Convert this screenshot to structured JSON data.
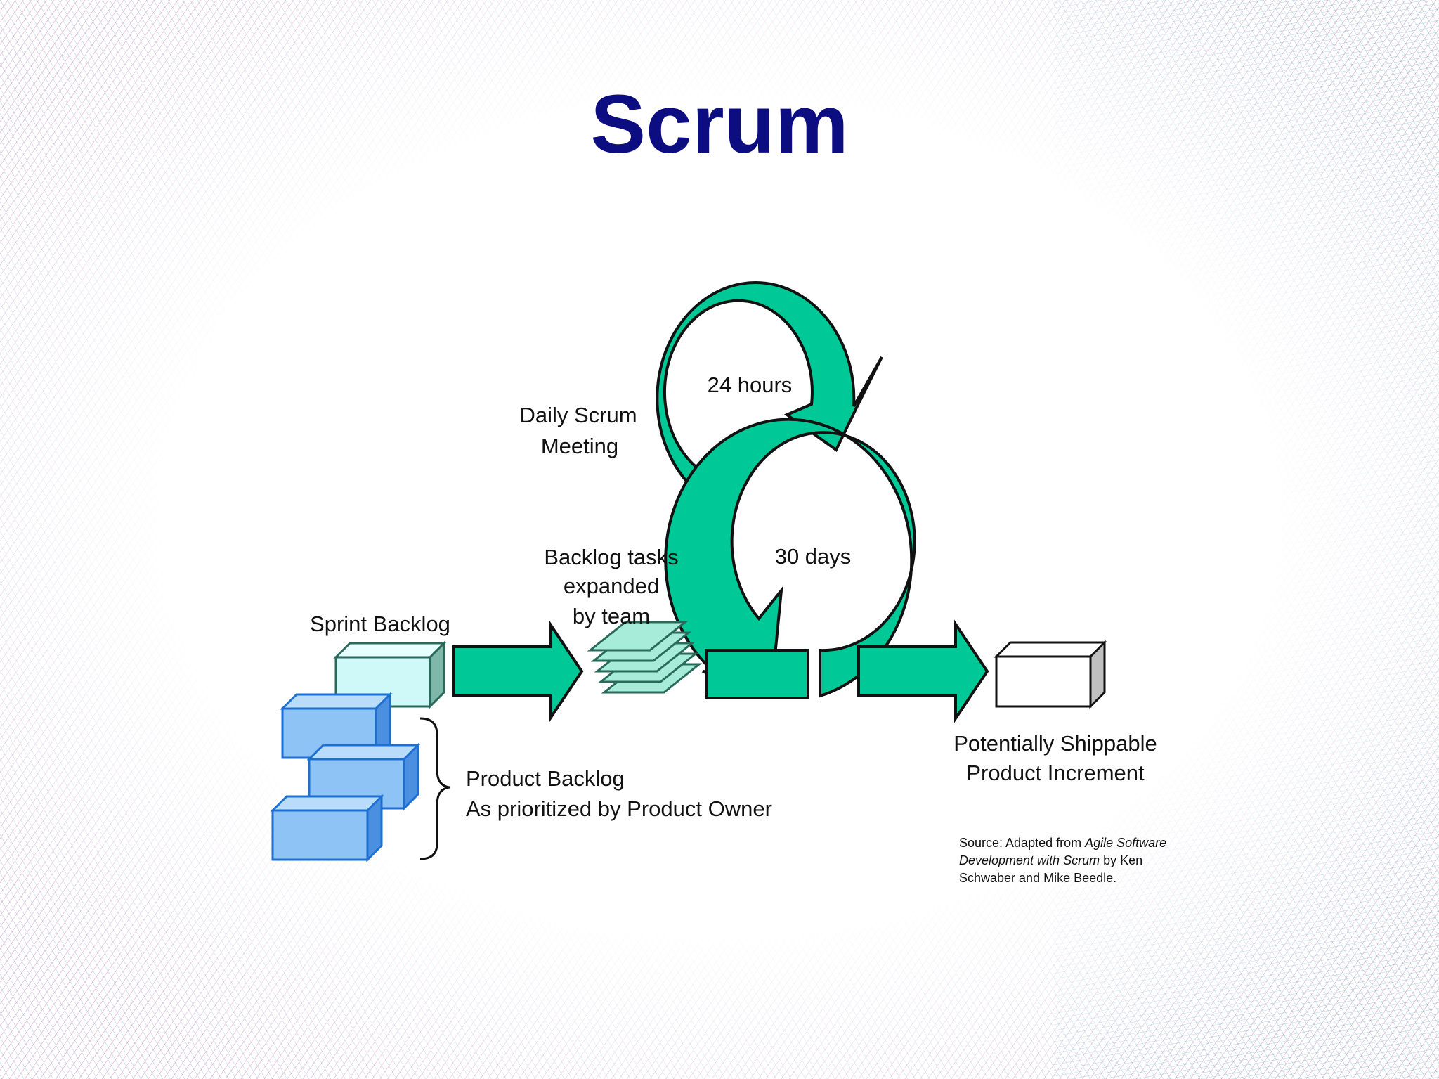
{
  "slide": {
    "title": "Scrum",
    "title_color": "#0d0d82"
  },
  "colors": {
    "arrow_green": "#00c896",
    "sprint_box": "#cff9f9",
    "backlog_box": "#8ec3f5",
    "backlog_edge": "#1e6fd0",
    "task_sheet": "#a7ecd8"
  },
  "diagram": {
    "daily_scrum": [
      "Daily Scrum",
      "Meeting"
    ],
    "cycle_24": "24 hours",
    "cycle_30": "30 days",
    "backlog_tasks": [
      "Backlog tasks",
      "expanded",
      "by team"
    ],
    "sprint_backlog": "Sprint Backlog",
    "product_backlog": [
      "Product Backlog",
      "As prioritized by Product Owner"
    ],
    "shippable": [
      "Potentially Shippable",
      "Product Increment"
    ],
    "source": {
      "prefix": "Source: Adapted from ",
      "italic_title": "Agile Software Development with Scrum",
      "suffix": " by Ken Schwaber and Mike Beedle."
    }
  }
}
